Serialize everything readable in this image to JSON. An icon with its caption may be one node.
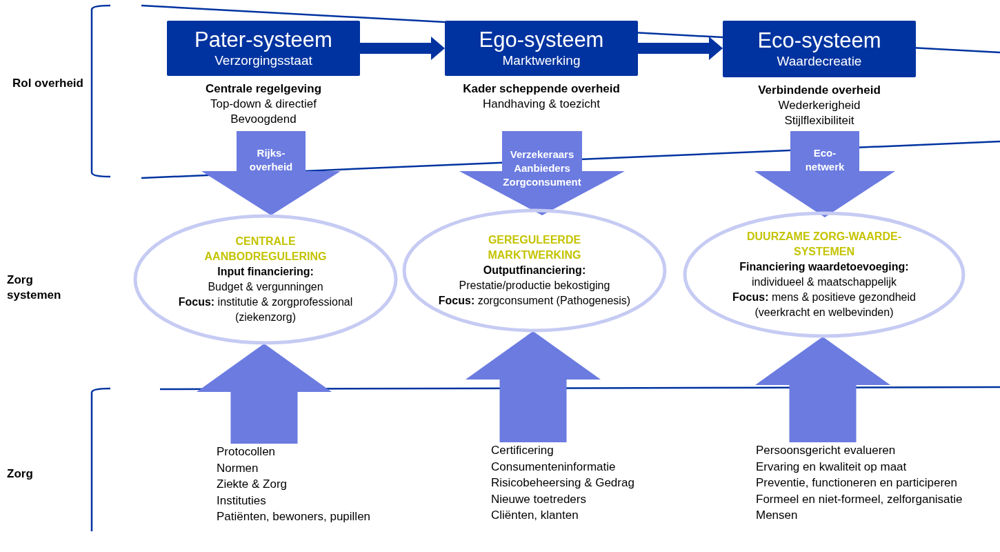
{
  "diagram": {
    "nodes": [
      {
        "text": [
          "Pater-systeem",
          "Verzorgingsstaat"
        ],
        "beside": [
          "Centrale regelgeving",
          "Top-down & directief",
          "Bevoogdend"
        ]
      },
      {
        "text": [
          "Ego-systeem",
          "Marktwerking"
        ],
        "beside": [
          "Kader scheppende overheid",
          "Handhaving & toezicht"
        ]
      },
      {
        "text": [
          "Eco-systeem",
          "Waardecreatie"
        ],
        "beside": [
          "Verbindende overheid",
          "Wederkerigheid",
          "Stijlflexibiliteit"
        ]
      },
      {
        "text": [
          "Rijks- overheid"
        ]
      },
      {
        "text": [
          "Verzekeraars Aanbieders Zorgconsument"
        ]
      },
      {
        "text": [
          "Eco- netwerk"
        ]
      },
      {
        "text": [
          "CENTRALE AANBODREGULERING",
          "Input financiering:",
          "Budget & vergunningen",
          "**Focus:** institutie & zorgprofessional (ziekenzorg)"
        ]
      },
      {
        "text": [
          "GEREGULEERDE MARKTWERKING",
          "Outputfinanciering:",
          "Prestatie/productie bekostiging",
          "**Focus:** zorgconsument (Pathogenesis)"
        ]
      },
      {
        "text": [
          "DUURZAME ZORG-WAARDE- SYSTEMEN",
          "Financiering waardetoevoeging:",
          "individueel & maatschappelijk",
          "**Focus:** mens & positieve gezondheid (veerkracht en welbevinden)"
        ]
      },
      {
        "text": [
          "Protocollen",
          "Normen",
          "Ziekte & Zorg",
          "Instituties",
          "Patiënten, bewoners, pupillen"
        ]
      },
      {
        "text": [
          "Certificering",
          "Consumenteninformatie",
          "Risicobeheersing & Gedrag",
          "Nieuwe toetreders",
          "Cliënten, klanten"
        ]
      },
      {
        "text": [
          "Persoonsgericht evalueren",
          "Ervaring en kwaliteit op maat",
          "Preventie, functioneren en participeren",
          "Formeel en niet-formeel, zelforganisatie",
          "Mensen"
        ]
      }
    ],
    "edges": [
      {
        "from": 0,
        "to": 1,
        "arrow": "to",
        "color": "#0033a0"
      },
      {
        "from": 1,
        "to": 2,
        "arrow": "to",
        "color": "#0033a0"
      },
      {
        "from": 9,
        "to": 6,
        "arrow": "to"
      },
      {
        "from": 10,
        "to": 7,
        "arrow": "to"
      },
      {
        "from": 11,
        "to": 8,
        "arrow": "to"
      }
    ],
    "labels": [
      "Rol overheid",
      "Zorg systemen",
      "Zorg"
    ]
  }
}
